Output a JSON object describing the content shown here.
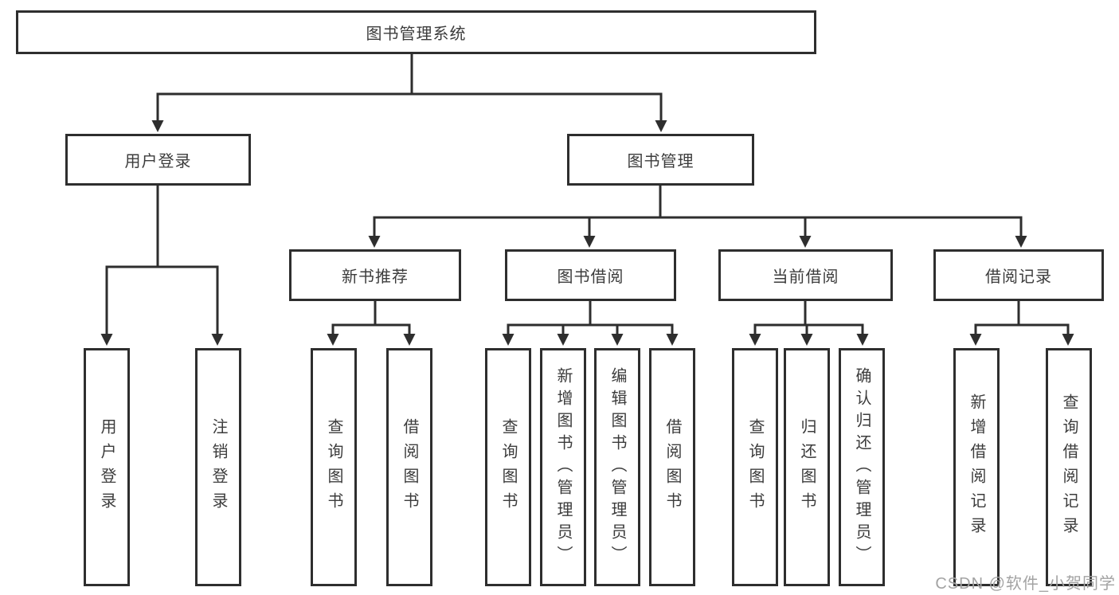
{
  "tree": {
    "root": "图书管理系统",
    "branches": [
      {
        "label": "用户登录",
        "children": [
          "用户登录",
          "注销登录"
        ]
      },
      {
        "label": "图书管理",
        "sections": [
          {
            "label": "新书推荐",
            "children": [
              "查询图书",
              "借阅图书"
            ]
          },
          {
            "label": "图书借阅",
            "children": [
              "查询图书",
              "新增图书（管理员）",
              "编辑图书（管理员）",
              "借阅图书"
            ]
          },
          {
            "label": "当前借阅",
            "children": [
              "查询图书",
              "归还图书",
              "确认归还（管理员）"
            ]
          },
          {
            "label": "借阅记录",
            "children": [
              "新增借阅记录",
              "查询借阅记录"
            ]
          }
        ]
      }
    ]
  },
  "watermark": "CSDN @软件_小贺同学",
  "colors": {
    "line": "#2e2e2e",
    "text": "#3c3c3c",
    "box_background": "#ffffff",
    "watermark": "#a3a3a3"
  }
}
